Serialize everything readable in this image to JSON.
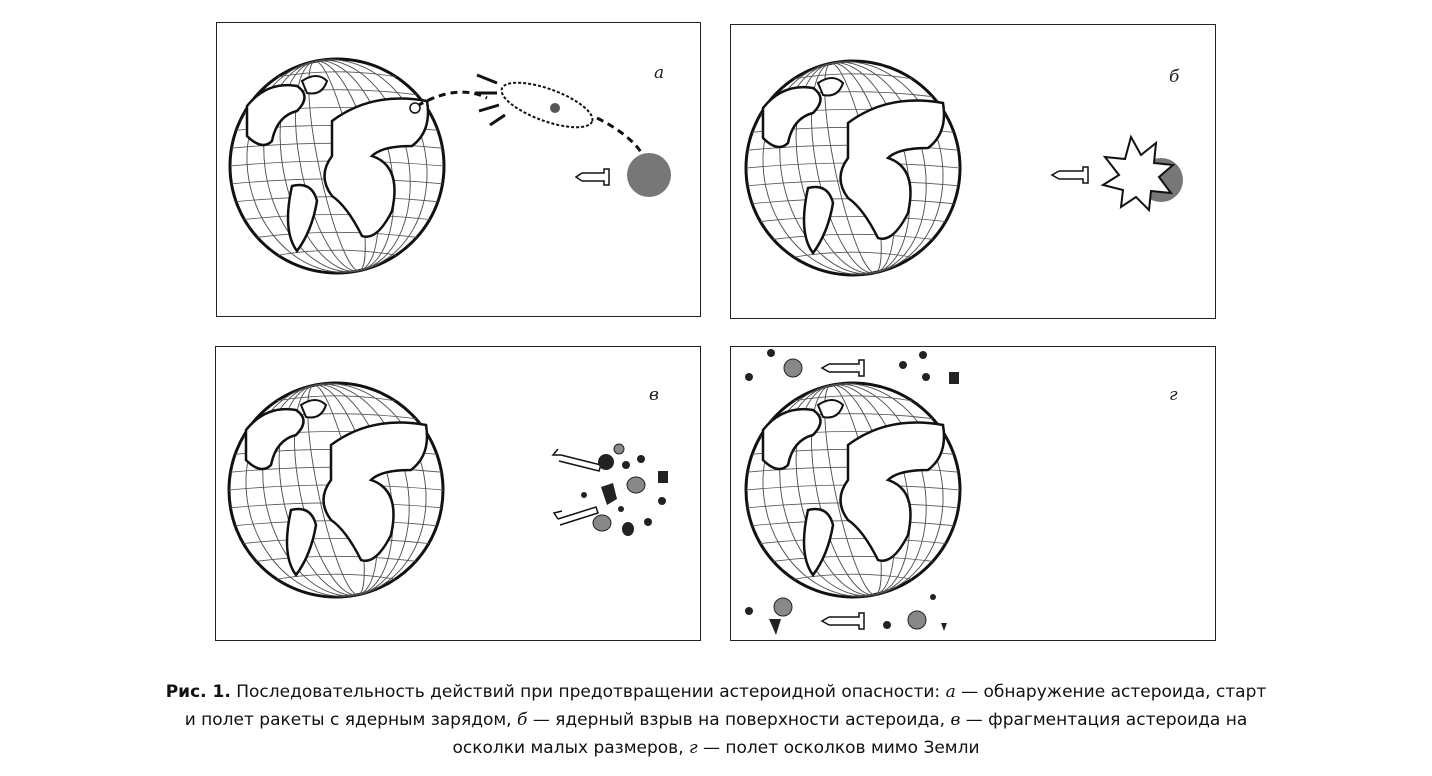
{
  "panels": [
    {
      "id": "a",
      "label": "а",
      "stage": "launch"
    },
    {
      "id": "b",
      "label": "б",
      "stage": "explosion"
    },
    {
      "id": "v",
      "label": "в",
      "stage": "fragmentation"
    },
    {
      "id": "g",
      "label": "г",
      "stage": "fragments-pass"
    }
  ],
  "caption": {
    "fig": "Рис. 1.",
    "t1": " Последовательность действий при предотвращении астероидной опасности: ",
    "a": "а",
    "t2": " — обнаружение астероида, старт",
    "t3": "и полет ракеты с ядерным зарядом, ",
    "b": "б",
    "t4": " — ядерный взрыв на поверхности астероида, ",
    "v": "в",
    "t5": " — фрагментация астероида на",
    "t6": "осколки малых размеров, ",
    "g": "г",
    "t7": " — полет осколков мимо Земли"
  }
}
